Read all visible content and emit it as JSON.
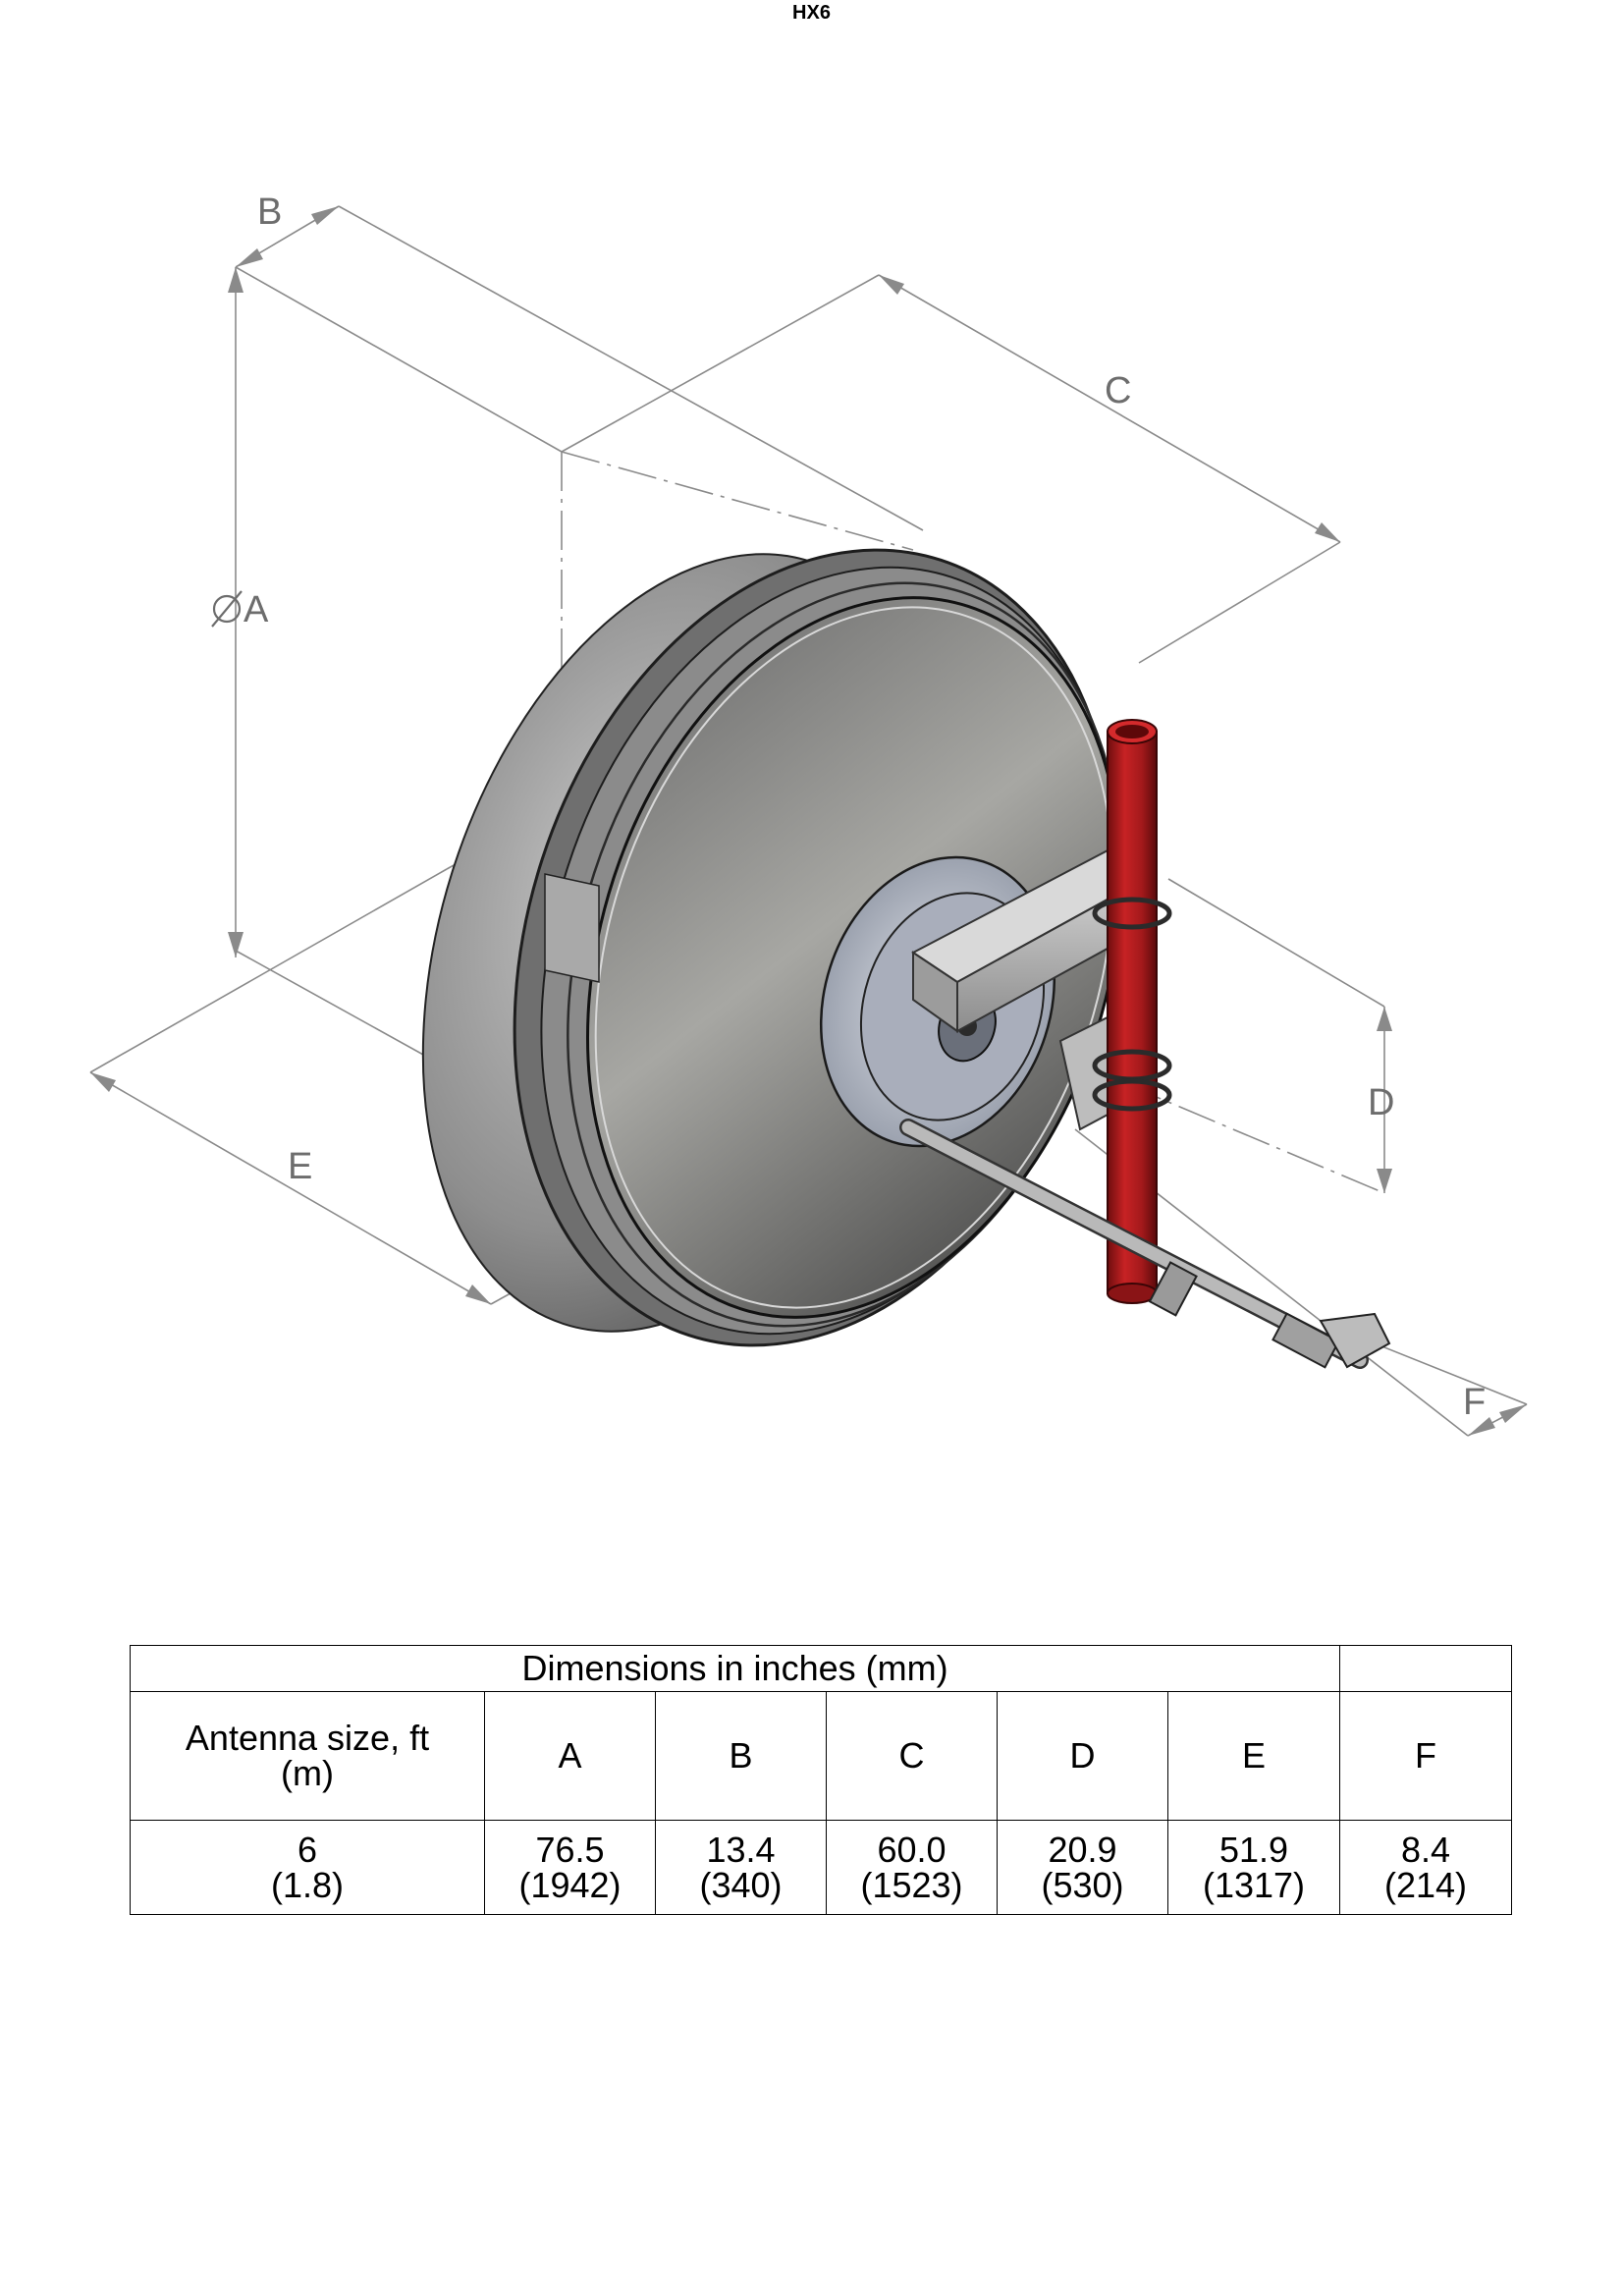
{
  "page": {
    "title": "HX6"
  },
  "labels": {
    "A": "A",
    "B": "B",
    "C": "C",
    "D": "D",
    "E": "E",
    "F": "F"
  },
  "colors": {
    "pole": "#a3191b",
    "dish": "#8f8f8f",
    "bracket": "#b8b8b8",
    "dimension": "#8a8a8a"
  },
  "table": {
    "caption": "Dimensions in inches (mm)",
    "size_header_line1": "Antenna size, ft",
    "size_header_line2": "(m)",
    "columns": [
      "A",
      "B",
      "C",
      "D",
      "E",
      "F"
    ],
    "row": {
      "size": "6",
      "size_m": "(1.8)",
      "values": [
        "76.5",
        "13.4",
        "60.0",
        "20.9",
        "51.9",
        "8.4"
      ],
      "values_mm": [
        "(1942)",
        "(340)",
        "(1523)",
        "(530)",
        "(1317)",
        "(214)"
      ]
    }
  }
}
